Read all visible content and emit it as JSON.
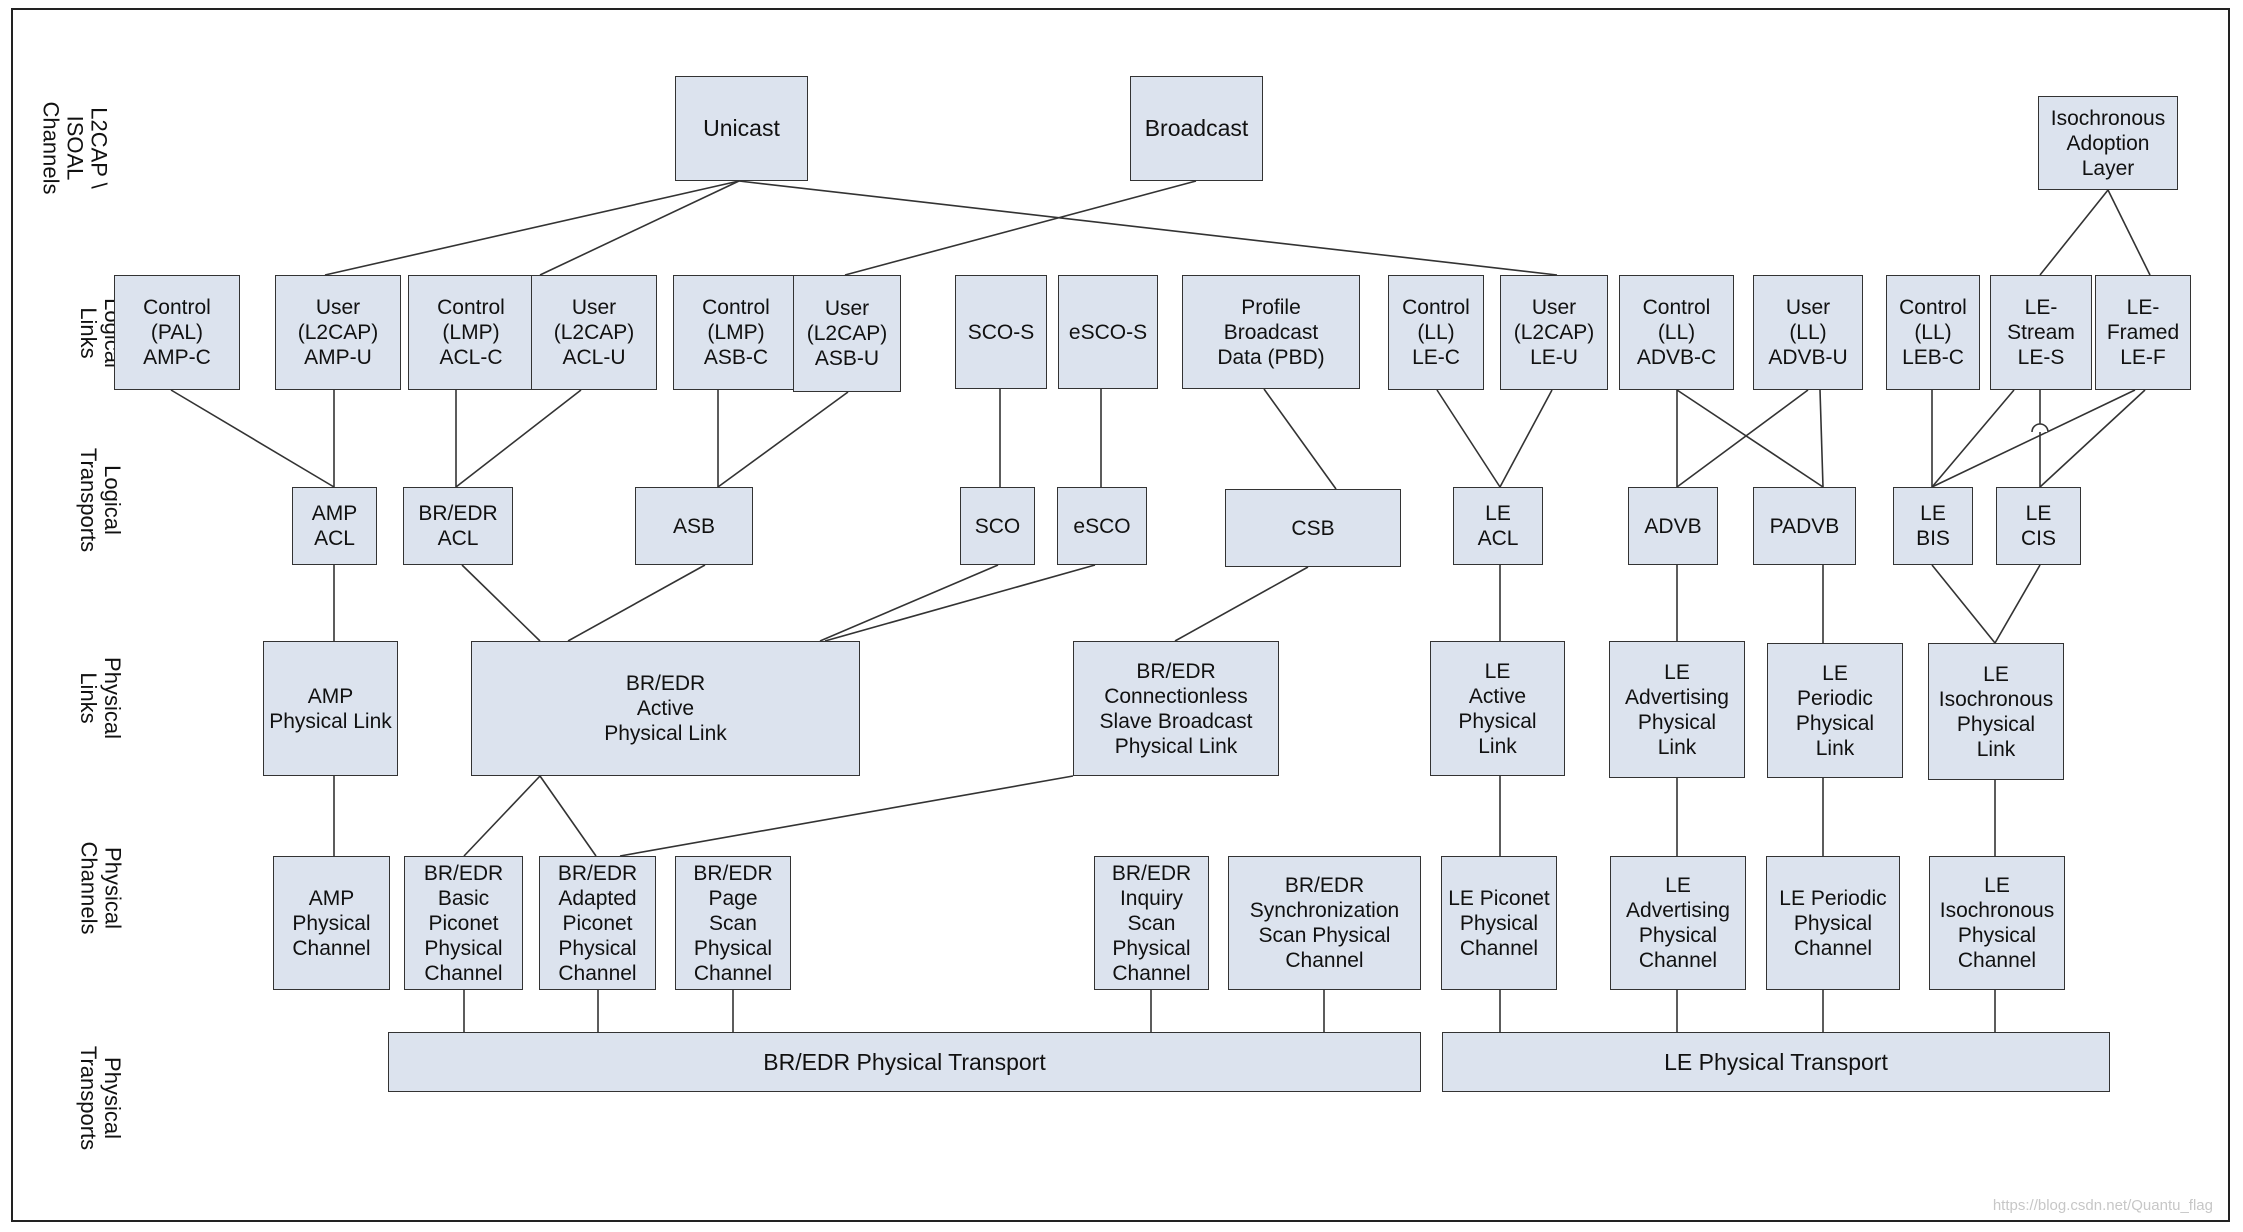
{
  "layers": [
    {
      "id": "l2cap",
      "label": "L2CAP \\\nISOAL\nChannels"
    },
    {
      "id": "logical-links",
      "label": "Logical\nLinks"
    },
    {
      "id": "logical-transports",
      "label": "Logical\nTransports"
    },
    {
      "id": "physical-links",
      "label": "Physical\nLinks"
    },
    {
      "id": "physical-channels",
      "label": "Physical\nChannels"
    },
    {
      "id": "physical-transports",
      "label": "Physical\nTransports"
    }
  ],
  "nodes": {
    "unicast": "Unicast",
    "broadcast": "Broadcast",
    "isoal": "Isochronous\nAdoption\nLayer",
    "amp_c": "Control\n(PAL)\nAMP-C",
    "amp_u": "User\n(L2CAP)\nAMP-U",
    "acl_c": "Control\n(LMP)\nACL-C",
    "acl_u": "User\n(L2CAP)\nACL-U",
    "asb_c": "Control\n(LMP)\nASB-C",
    "asb_u": "User\n(L2CAP)\nASB-U",
    "sco_s": "SCO-S",
    "esco_s": "eSCO-S",
    "pbd": "Profile\nBroadcast\nData (PBD)",
    "le_c": "Control\n(LL)\nLE-C",
    "le_u": "User\n(L2CAP)\nLE-U",
    "advb_c": "Control\n(LL)\nADVB-C",
    "advb_u": "User\n(LL)\nADVB-U",
    "leb_c": "Control\n(LL)\nLEB-C",
    "le_s": "LE-\nStream\nLE-S",
    "le_f": "LE-\nFramed\nLE-F",
    "amp_acl": "AMP\nACL",
    "bredr_acl": "BR/EDR\nACL",
    "asb": "ASB",
    "sco": "SCO",
    "esco": "eSCO",
    "csb": "CSB",
    "le_acl": "LE\nACL",
    "advb": "ADVB",
    "padvb": "PADVB",
    "le_bis": "LE\nBIS",
    "le_cis": "LE\nCIS",
    "amp_pl": "AMP\nPhysical Link",
    "bredr_apl": "BR/EDR\nActive\nPhysical Link",
    "bredr_csbpl": "BR/EDR\nConnectionless\nSlave Broadcast\nPhysical Link",
    "le_apl": "LE\nActive\nPhysical\nLink",
    "le_advpl": "LE\nAdvertising\nPhysical\nLink",
    "le_perpl": "LE\nPeriodic\nPhysical\nLink",
    "le_isopl": "LE\nIsochronous\nPhysical\nLink",
    "amp_pc": "AMP\nPhysical\nChannel",
    "bredr_bppc": "BR/EDR\nBasic\nPiconet\nPhysical\nChannel",
    "bredr_appc": "BR/EDR\nAdapted\nPiconet\nPhysical\nChannel",
    "bredr_pspc": "BR/EDR\nPage\nScan\nPhysical\nChannel",
    "bredr_ispc": "BR/EDR\nInquiry\nScan\nPhysical\nChannel",
    "bredr_sspc": "BR/EDR\nSynchronization\nScan Physical\nChannel",
    "le_ppc": "LE Piconet\nPhysical\nChannel",
    "le_advpc": "LE\nAdvertising\nPhysical\nChannel",
    "le_perpc": "LE Periodic\nPhysical\nChannel",
    "le_isopc": "LE\nIsochronous\nPhysical\nChannel",
    "bredr_pt": "BR/EDR Physical Transport",
    "le_pt": "LE Physical Transport"
  },
  "connections": [
    [
      "unicast",
      "amp_u"
    ],
    [
      "unicast",
      "acl_u"
    ],
    [
      "unicast",
      "le_u"
    ],
    [
      "broadcast",
      "asb_u"
    ],
    [
      "isoal",
      "le_s"
    ],
    [
      "isoal",
      "le_f"
    ],
    [
      "amp_c",
      "amp_acl"
    ],
    [
      "amp_u",
      "amp_acl"
    ],
    [
      "acl_c",
      "bredr_acl"
    ],
    [
      "acl_u",
      "bredr_acl"
    ],
    [
      "asb_c",
      "asb"
    ],
    [
      "asb_u",
      "asb"
    ],
    [
      "sco_s",
      "sco"
    ],
    [
      "esco_s",
      "esco"
    ],
    [
      "pbd",
      "csb"
    ],
    [
      "le_c",
      "le_acl"
    ],
    [
      "le_u",
      "le_acl"
    ],
    [
      "advb_c",
      "advb"
    ],
    [
      "advb_c",
      "padvb"
    ],
    [
      "advb_u",
      "advb"
    ],
    [
      "advb_u",
      "padvb"
    ],
    [
      "leb_c",
      "le_bis"
    ],
    [
      "le_s",
      "le_bis"
    ],
    [
      "le_s",
      "le_cis"
    ],
    [
      "le_f",
      "le_bis"
    ],
    [
      "le_f",
      "le_cis"
    ],
    [
      "amp_acl",
      "amp_pl"
    ],
    [
      "bredr_acl",
      "bredr_apl"
    ],
    [
      "asb",
      "bredr_apl"
    ],
    [
      "sco",
      "bredr_apl"
    ],
    [
      "esco",
      "bredr_apl"
    ],
    [
      "csb",
      "bredr_csbpl"
    ],
    [
      "le_acl",
      "le_apl"
    ],
    [
      "advb",
      "le_advpl"
    ],
    [
      "padvb",
      "le_perpl"
    ],
    [
      "le_bis",
      "le_isopl"
    ],
    [
      "le_cis",
      "le_isopl"
    ],
    [
      "amp_pl",
      "amp_pc"
    ],
    [
      "bredr_apl",
      "bredr_bppc"
    ],
    [
      "bredr_apl",
      "bredr_appc"
    ],
    [
      "bredr_csbpl",
      "bredr_appc"
    ],
    [
      "le_apl",
      "le_ppc"
    ],
    [
      "le_advpl",
      "le_advpc"
    ],
    [
      "le_perpl",
      "le_perpc"
    ],
    [
      "le_isopl",
      "le_isopc"
    ],
    [
      "bredr_bppc",
      "bredr_pt"
    ],
    [
      "bredr_appc",
      "bredr_pt"
    ],
    [
      "bredr_pspc",
      "bredr_pt"
    ],
    [
      "bredr_ispc",
      "bredr_pt"
    ],
    [
      "bredr_sspc",
      "bredr_pt"
    ],
    [
      "le_ppc",
      "le_pt"
    ],
    [
      "le_advpc",
      "le_pt"
    ],
    [
      "le_perpc",
      "le_pt"
    ],
    [
      "le_isopc",
      "le_pt"
    ]
  ],
  "watermark": "https://blog.csdn.net/Quantu_flag",
  "colors": {
    "box_fill": "#dce3ee",
    "box_border": "#333333",
    "line": "#333333"
  }
}
